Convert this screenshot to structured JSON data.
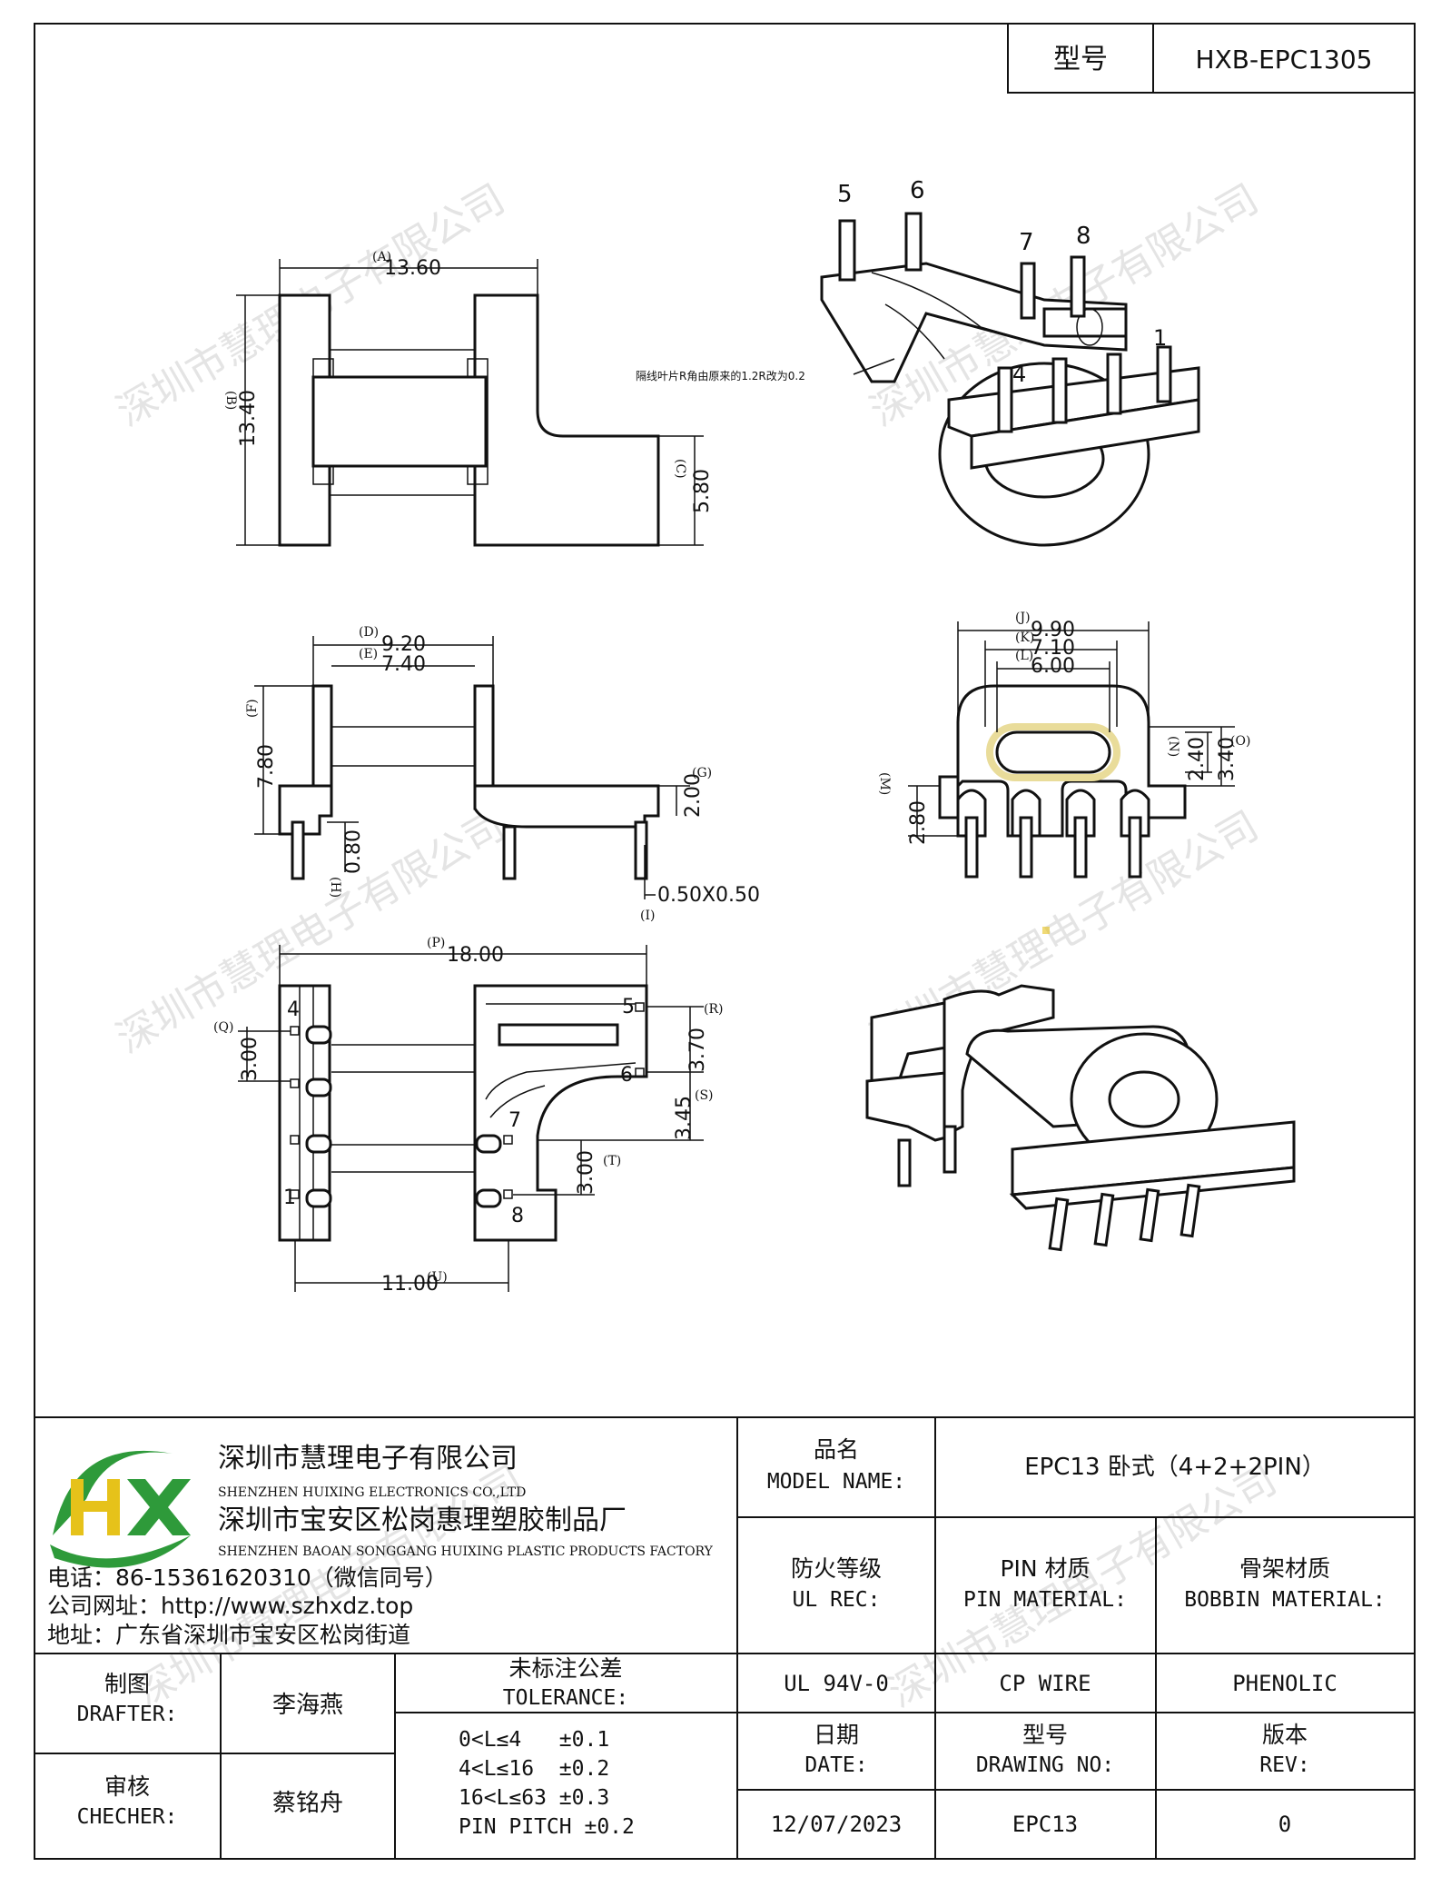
{
  "header": {
    "model_label": "型号",
    "model_value": "HXB-EPC1305"
  },
  "watermark": "深圳市慧理电子有限公司",
  "top_view": {
    "dim_a": "13.60",
    "tag_a": "(A)",
    "dim_b": "13.40",
    "tag_b": "(B)",
    "dim_c": "5.80",
    "tag_c": "(C)"
  },
  "iso_top": {
    "pins": [
      "5",
      "6",
      "7",
      "8",
      "4",
      "1"
    ],
    "note": "隔线叶片R角由原来的1.2R改为0.2"
  },
  "front_view": {
    "dim_d": "9.20",
    "tag_d": "(D)",
    "dim_e": "7.40",
    "tag_e": "(E)",
    "dim_f": "7.80",
    "tag_f": "(F)",
    "dim_g": "2.00",
    "tag_g": "(G)",
    "dim_h": "0.80",
    "tag_h": "(H)",
    "dim_i": "0.50X0.50",
    "tag_i": "(I)"
  },
  "side_view": {
    "dim_j": "9.90",
    "tag_j": "(J)",
    "dim_k": "7.10",
    "tag_k": "(K)",
    "dim_l": "6.00",
    "tag_l": "(L)",
    "dim_m": "2.80",
    "tag_m": "(M)",
    "dim_n": "2.40",
    "tag_n": "(N)",
    "dim_o": "3.40",
    "tag_o": "(O)"
  },
  "bottom_view": {
    "dim_p": "18.00",
    "tag_p": "(P)",
    "dim_q": "3.00",
    "tag_q": "(Q)",
    "dim_r": "3.70",
    "tag_r": "(R)",
    "dim_s": "3.45",
    "tag_s": "(S)",
    "dim_t": "3.00",
    "tag_t": "(T)",
    "dim_u": "11.00",
    "tag_u": "(U)",
    "pins": [
      "4",
      "1",
      "5",
      "6",
      "7",
      "8"
    ]
  },
  "title_block": {
    "company_cn": "深圳市慧理电子有限公司",
    "company_en": "SHENZHEN HUIXING ELECTRONICS CO.,LTD",
    "factory_cn": "深圳市宝安区松岗惠理塑胶制品厂",
    "factory_en": "SHENZHEN BAOAN SONGGANG HUIXING PLASTIC PRODUCTS FACTORY",
    "phone": "电话：86-15361620310（微信同号）",
    "website": "公司网址：http://www.szhxdz.top",
    "address": "地址：广东省深圳市宝安区松岗街道",
    "logo_letters": "HX",
    "product_label_cn": "品名",
    "product_label_en": "MODEL NAME:",
    "product_value": "EPC13 卧式（4+2+2PIN）",
    "ul_label_cn": "防火等级",
    "ul_label_en": "UL REC:",
    "pin_label_cn": "PIN 材质",
    "pin_label_en": "PIN MATERIAL:",
    "bobbin_label_cn": "骨架材质",
    "bobbin_label_en": "BOBBIN MATERIAL:",
    "ul_value": "UL 94V-0",
    "pin_value": "CP WIRE",
    "bobbin_value": "PHENOLIC",
    "drafter_cn": "制图",
    "drafter_en": "DRAFTER:",
    "drafter_name": "李海燕",
    "checker_cn": "审核",
    "checker_en": "CHECHER:",
    "checker_name": "蔡铭舟",
    "tolerance_cn": "未标注公差",
    "tolerance_en": "TOLERANCE:",
    "tolerances": [
      "0<L≤4   ±0.1",
      "4<L≤16  ±0.2",
      "16<L≤63 ±0.3",
      "PIN PITCH ±0.2"
    ],
    "date_cn": "日期",
    "date_en": "DATE:",
    "drawing_cn": "型号",
    "drawing_en": "DRAWING NO:",
    "rev_cn": "版本",
    "rev_en": "REV:",
    "date_value": "12/07/2023",
    "drawing_value": "EPC13",
    "rev_value": "0"
  },
  "colors": {
    "logo_green": "#2e9a3a",
    "logo_yellow": "#e6c21a",
    "ellipse_highlight": "#e9dc9a"
  }
}
